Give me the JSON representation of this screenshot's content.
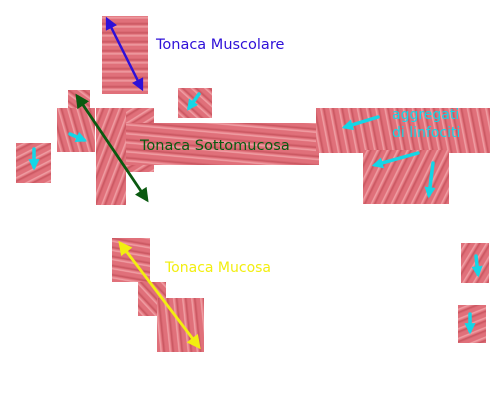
{
  "figure": {
    "labels": {
      "muscolare": "Tonaca Muscolare",
      "sottomucosa": "Tonaca Sottomucosa",
      "mucosa": "Tonaca Mucosa",
      "aggregati_line1": "aggregati",
      "aggregati_line2": "di linfociti"
    },
    "colors": {
      "tissue": "#e0707a",
      "tissue_dark": "#c8555f",
      "tissue_light": "#f1a3a8",
      "muscolare": "#2e10d8",
      "sottomucosa": "#0a5a10",
      "mucosa": "#f2ee10",
      "lymph_arrows": "#14d6e6"
    }
  }
}
